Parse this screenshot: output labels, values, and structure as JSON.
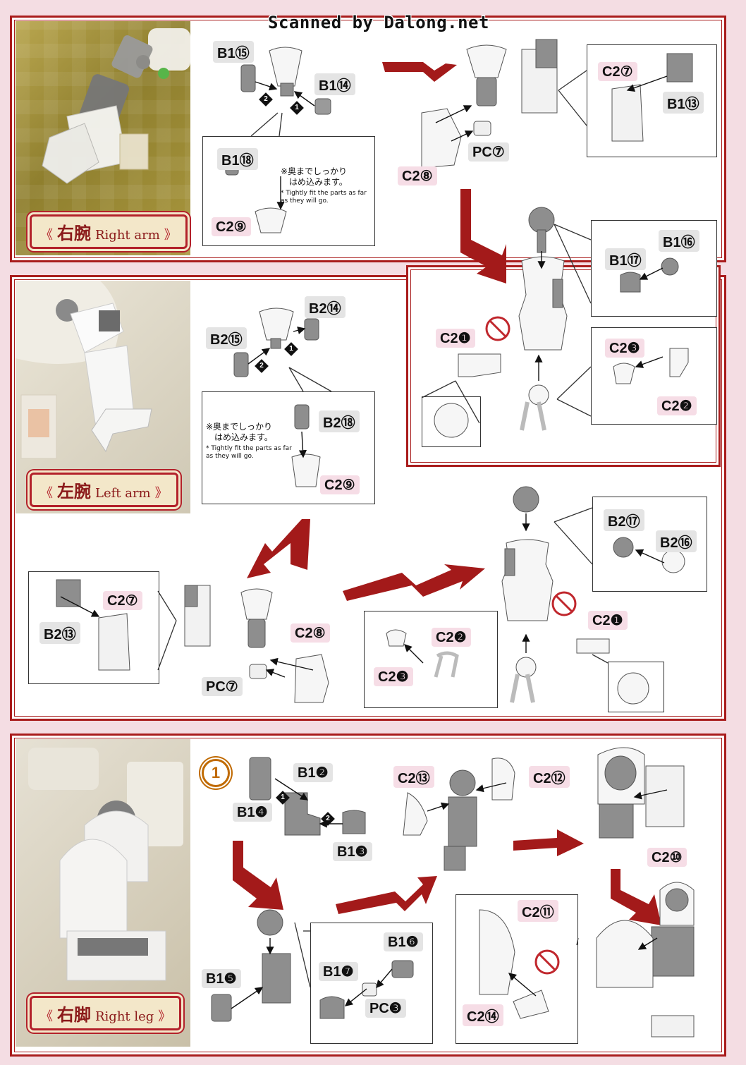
{
  "watermark": "Scanned by Dalong.net",
  "sections": {
    "right_arm": {
      "kanji": "右腕",
      "english": "Right arm"
    },
    "left_arm": {
      "kanji": "左腕",
      "english": "Left arm"
    },
    "right_leg": {
      "kanji": "右脚",
      "english": "Right leg"
    }
  },
  "notes": {
    "jp_line1": "※奥までしっかり",
    "jp_line2": "はめ込みます。",
    "en": "* Tightly fit the parts as far as they will go."
  },
  "step_number": "1",
  "order_marks": {
    "first": "1",
    "second": "2"
  },
  "colors": {
    "frame": "#a91c1c",
    "gray_tag": "#e4e4e4",
    "pink_tag": "#f6dde6",
    "arrow": "#a31a1a",
    "step_ring": "#c06a00"
  },
  "labels": {
    "ra_b1_15": "B1⑮",
    "ra_b1_14": "B1⑭",
    "ra_b1_18": "B1⑱",
    "ra_c2_9": "C2⑨",
    "ra_c2_7": "C2⑦",
    "ra_b1_13": "B1⑬",
    "ra_pc_7": "PC⑦",
    "ra_c2_8": "C2⑧",
    "ra_b1_16": "B1⑯",
    "ra_b1_17": "B1⑰",
    "ra_c2_1": "C2❶",
    "ra_c2_3": "C2❸",
    "ra_c2_2": "C2❷",
    "la_b2_14": "B2⑭",
    "la_b2_15": "B2⑮",
    "la_b2_18": "B2⑱",
    "la_c2_9": "C2⑨",
    "la_b2_17": "B2⑰",
    "la_b2_16": "B2⑯",
    "la_c2_7": "C2⑦",
    "la_b2_13": "B2⑬",
    "la_c2_8": "C2⑧",
    "la_pc_7": "PC⑦",
    "la_c2_1": "C2❶",
    "la_c2_2": "C2❷",
    "la_c2_3": "C2❸",
    "rl_b1_2": "B1❷",
    "rl_b1_4": "B1❹",
    "rl_b1_3": "B1❸",
    "rl_c2_13": "C2⑬",
    "rl_c2_12": "C2⑫",
    "rl_c2_10": "C2⑩",
    "rl_b1_6": "B1❻",
    "rl_b1_7": "B1❼",
    "rl_pc_3": "PC❸",
    "rl_b1_5": "B1❺",
    "rl_c2_11": "C2⑪",
    "rl_c2_14": "C2⑭"
  }
}
